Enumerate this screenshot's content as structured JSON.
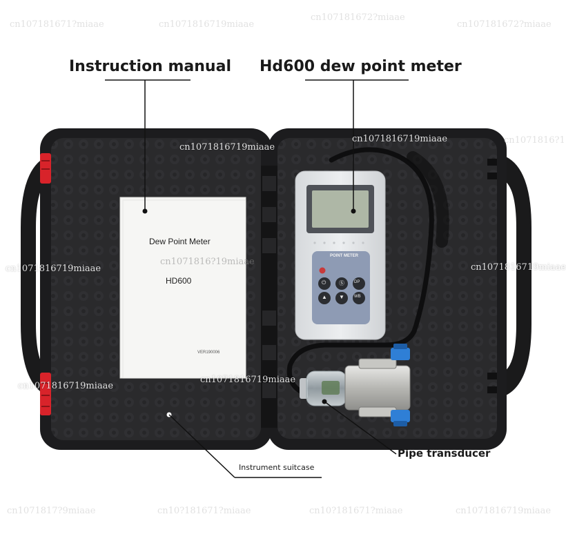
{
  "callouts": {
    "instruction_manual": "Instruction manual",
    "meter": "Hd600 dew point meter",
    "pipe_transducer": "Pipe transducer",
    "suitcase": "Instrument suitcase"
  },
  "manual": {
    "title": "Dew Point Meter",
    "model": "HD600",
    "version": "VER190006"
  },
  "device": {
    "panel_label": "POINT METER",
    "keys": [
      "⏻",
      "Ⓢ",
      "DP",
      "▲",
      "▼",
      "WB"
    ]
  },
  "watermarks": {
    "text": "cn1071816719miaae",
    "faint_top_left": "cn107181671?miaae",
    "faint_top_mid": "cn1071816719miaae",
    "faint_top_right": "cn107181672?miaae",
    "faint_right": "cn1071816?1",
    "faint_mid": "cn1071816?19miaae",
    "faint_bottom_left": "cn1071817?9miaae",
    "faint_bottom_mid": "cn10?181671?miaae",
    "faint_bottom_right": "cn1071816719miaae"
  },
  "colors": {
    "case": "#1c1c1e",
    "foam": "#2a2a2c",
    "latch": "#d8232a",
    "device_body": "#e6e8ea",
    "screen": "#aeb7a6",
    "keypad_panel": "#8e9bb4"
  }
}
